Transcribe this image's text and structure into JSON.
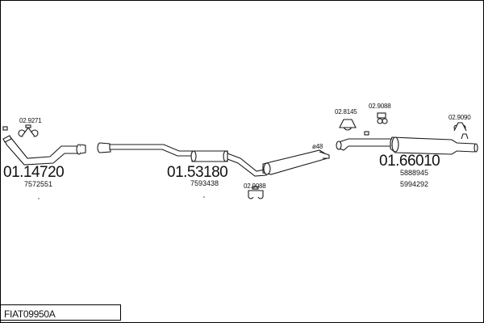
{
  "diagram_code": "FIAT09950A",
  "parts": {
    "front_pipe": {
      "part_number": "01.14720",
      "oem": "7572551"
    },
    "middle_box": {
      "part_number": "01.53180",
      "oem": "7593438"
    },
    "rear_box": {
      "part_number": "01.66010",
      "oem_1": "5888945",
      "oem_2": "5994292"
    }
  },
  "hardware": {
    "clamp_front": "02.9271",
    "hanger_middle": "02.9088",
    "hanger_rear_a": "02.8145",
    "hanger_rear_b": "02.9088",
    "hanger_tail": "02.9090"
  },
  "pipe_diameter_label": "ø48",
  "colors": {
    "line": "#1a1a1a",
    "background": "#ffffff"
  }
}
